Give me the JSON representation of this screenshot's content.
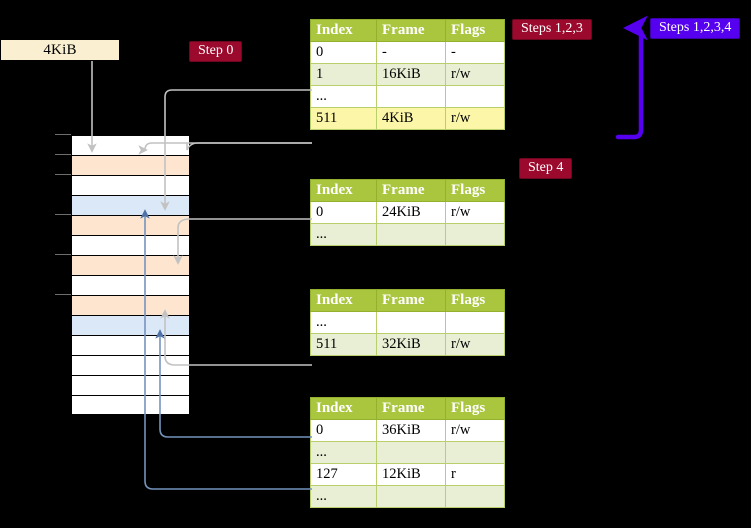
{
  "diagram": {
    "title_region": "multi-level page table walk diagram",
    "page_box": {
      "label": "4KiB"
    },
    "badges": [
      {
        "id": "step0",
        "label": "Step 0",
        "color": "#9B0A2C"
      },
      {
        "id": "steps123",
        "label": "Steps 1,2,3",
        "color": "#9B0A2C"
      },
      {
        "id": "steps1234",
        "label": "Steps 1,2,3,4",
        "color": "#5500EE"
      },
      {
        "id": "step4",
        "label": "Step 4",
        "color": "#9B0A2C"
      }
    ],
    "memory_column": {
      "name": "physical-memory-frames",
      "rows": [
        {
          "fill": "white"
        },
        {
          "fill": "peach"
        },
        {
          "fill": "white"
        },
        {
          "fill": "blue"
        },
        {
          "fill": "peach"
        },
        {
          "fill": "white"
        },
        {
          "fill": "peach"
        },
        {
          "fill": "white"
        },
        {
          "fill": "peach"
        },
        {
          "fill": "blue"
        },
        {
          "fill": "white"
        },
        {
          "fill": "white"
        },
        {
          "fill": "white"
        },
        {
          "fill": "white"
        }
      ],
      "colors": {
        "white": "#FFFFFF",
        "peach": "#FDE5D0",
        "blue": "#DBE8F7"
      }
    },
    "tables": [
      {
        "id": "table-1",
        "headers": [
          "Index",
          "Frame",
          "Flags"
        ],
        "rows": [
          {
            "cells": [
              "0",
              "-",
              "-"
            ],
            "style": "plain",
            "highlight": false
          },
          {
            "cells": [
              "1",
              "16KiB",
              "r/w"
            ],
            "style": "alt",
            "highlight": false
          },
          {
            "cells": [
              "...",
              "",
              ""
            ],
            "style": "plain",
            "highlight": false
          },
          {
            "cells": [
              "511",
              "4KiB",
              "r/w"
            ],
            "style": "alt",
            "highlight": true
          }
        ]
      },
      {
        "id": "table-2",
        "headers": [
          "Index",
          "Frame",
          "Flags"
        ],
        "rows": [
          {
            "cells": [
              "0",
              "24KiB",
              "r/w"
            ],
            "style": "plain",
            "highlight": false
          },
          {
            "cells": [
              "...",
              "",
              ""
            ],
            "style": "alt",
            "highlight": false
          }
        ]
      },
      {
        "id": "table-3",
        "headers": [
          "Index",
          "Frame",
          "Flags"
        ],
        "rows": [
          {
            "cells": [
              "...",
              "",
              ""
            ],
            "style": "plain",
            "highlight": false
          },
          {
            "cells": [
              "511",
              "32KiB",
              "r/w"
            ],
            "style": "alt",
            "highlight": false
          }
        ]
      },
      {
        "id": "table-4",
        "headers": [
          "Index",
          "Frame",
          "Flags"
        ],
        "rows": [
          {
            "cells": [
              "0",
              "36KiB",
              "r/w"
            ],
            "style": "plain",
            "highlight": false
          },
          {
            "cells": [
              "...",
              "",
              ""
            ],
            "style": "alt",
            "highlight": false
          },
          {
            "cells": [
              "127",
              "12KiB",
              "r"
            ],
            "style": "plain",
            "highlight": false
          },
          {
            "cells": [
              "...",
              "",
              ""
            ],
            "style": "alt",
            "highlight": false
          }
        ]
      }
    ],
    "connectors": {
      "gray": "#B9B9B9",
      "blue": "#7494BE",
      "purple": "#5500EE"
    }
  }
}
